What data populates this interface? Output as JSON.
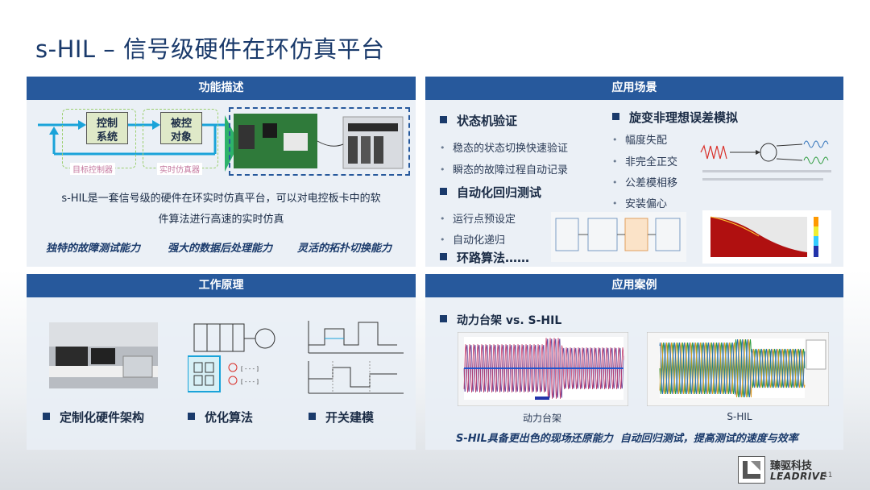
{
  "title": "s-HIL – 信号级硬件在环仿真平台",
  "functions": {
    "header": "功能描述",
    "box_control": "控制\n系统",
    "box_plant": "被控\n对象",
    "label_target": "目标控制器",
    "label_sim": "实时仿真器",
    "description_line1": "s-HIL是一套信号级的硬件在环实时仿真平台，可以对电控板卡中的软",
    "description_line2": "件算法进行高速的实时仿真",
    "features": [
      "独特的故障测试能力",
      "强大的数据后处理能力",
      "灵活的拓扑切换能力"
    ]
  },
  "scenarios": {
    "header": "应用场景",
    "state_machine": {
      "title": "状态机验证",
      "items": [
        "稳态的状态切换快速验证",
        "瞬态的故障过程自动记录"
      ]
    },
    "regression": {
      "title": "自动化回归测试",
      "items": [
        "运行点预设定",
        "自动化递归"
      ]
    },
    "loop": "环路算法……",
    "resolver": {
      "title": "旋变非理想误差模拟",
      "items": [
        "幅度失配",
        "非完全正交",
        "公差模相移",
        "安装偏心"
      ]
    }
  },
  "principle": {
    "header": "工作原理",
    "items": [
      "定制化硬件架构",
      "优化算法",
      "开关建模"
    ]
  },
  "cases": {
    "header": "应用案例",
    "title": "动力台架 vs. S-HIL",
    "caption_left": "动力台架",
    "caption_right": "S-HIL",
    "summary": "S-HIL具备更出色的现场还原能力  自动回归测试，提高测试的速度与效率"
  },
  "footer": {
    "logo_cn": "臻驱科技",
    "logo_en": "LEADRIVE",
    "page": "11"
  },
  "colors": {
    "header_blue": "#27599c",
    "title_blue": "#1a3a6b",
    "arrow_cyan": "#1aa3d9",
    "green": "#2db36b"
  }
}
